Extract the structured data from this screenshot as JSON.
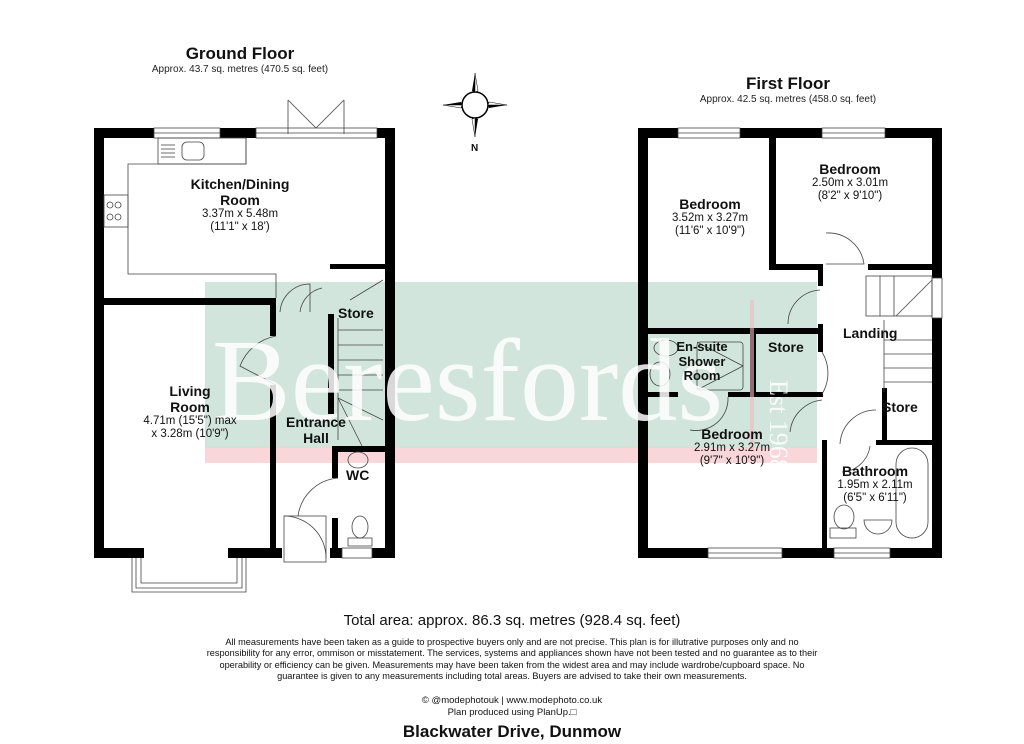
{
  "ground_floor": {
    "title": "Ground Floor",
    "area": "Approx. 43.7 sq. metres (470.5 sq. feet)",
    "rooms": [
      {
        "name_line1": "Kitchen/Dining",
        "name_line2": "Room",
        "dim1": "3.37m x 5.48m",
        "dim2": "(11'1\" x 18')"
      },
      {
        "name_line1": "Living",
        "name_line2": "Room",
        "dim1": "4.71m (15'5\") max",
        "dim2": "x 3.28m (10'9\")"
      },
      {
        "name_line1": "Entrance",
        "name_line2": "Hall"
      },
      {
        "name_line1": "Store"
      },
      {
        "name_line1": "WC"
      }
    ]
  },
  "first_floor": {
    "title": "First Floor",
    "area": "Approx. 42.5 sq. metres (458.0 sq. feet)",
    "rooms": [
      {
        "name_line1": "Bedroom",
        "dim1": "3.52m x 3.27m",
        "dim2": "(11'6\" x 10'9\")"
      },
      {
        "name_line1": "Bedroom",
        "dim1": "2.50m x 3.01m",
        "dim2": "(8'2\" x 9'10\")"
      },
      {
        "name_line1": "Landing"
      },
      {
        "name_line1": "En-suite",
        "name_line2": "Shower",
        "name_line3": "Room"
      },
      {
        "name_line1": "Store"
      },
      {
        "name_line1": "Store"
      },
      {
        "name_line1": "Bedroom",
        "dim1": "2.91m x 3.27m",
        "dim2": "(9'7\" x 10'9\")"
      },
      {
        "name_line1": "Bathroom",
        "dim1": "1.95m x 2.11m",
        "dim2": "(6'5\" x 6'11\")"
      }
    ]
  },
  "compass": {
    "label": "N",
    "icon": "compass-rose-icon"
  },
  "watermark": {
    "brand": "Beresfords",
    "est": "Est 1968",
    "colors": {
      "green": "#c9e0d6",
      "pink": "#f7cfd3"
    }
  },
  "footer": {
    "total_area": "Total area: approx. 86.3 sq. metres (928.4 sq. feet)",
    "disclaimer_lines": [
      "All measurements have been taken as a guide to prospective buyers only and are not precise. This plan is for illutrative purposes only and no",
      "responsibility for any error, ommison or misstatement. The services, systems and appliances shown have not been tested and no guarantee as to their",
      "operability or efficiency can be given. Measurements may have been taken from the widest area and may include wardrobe/cupboard space. No",
      "guarantee is given to any measurements including total areas. Buyers are advised to take their own measurements."
    ],
    "credit_line1": "© @modephotouk | www.modephoto.co.uk",
    "credit_line2": "Plan produced using PlanUp.□",
    "address": "Blackwater Drive, Dunmow"
  }
}
